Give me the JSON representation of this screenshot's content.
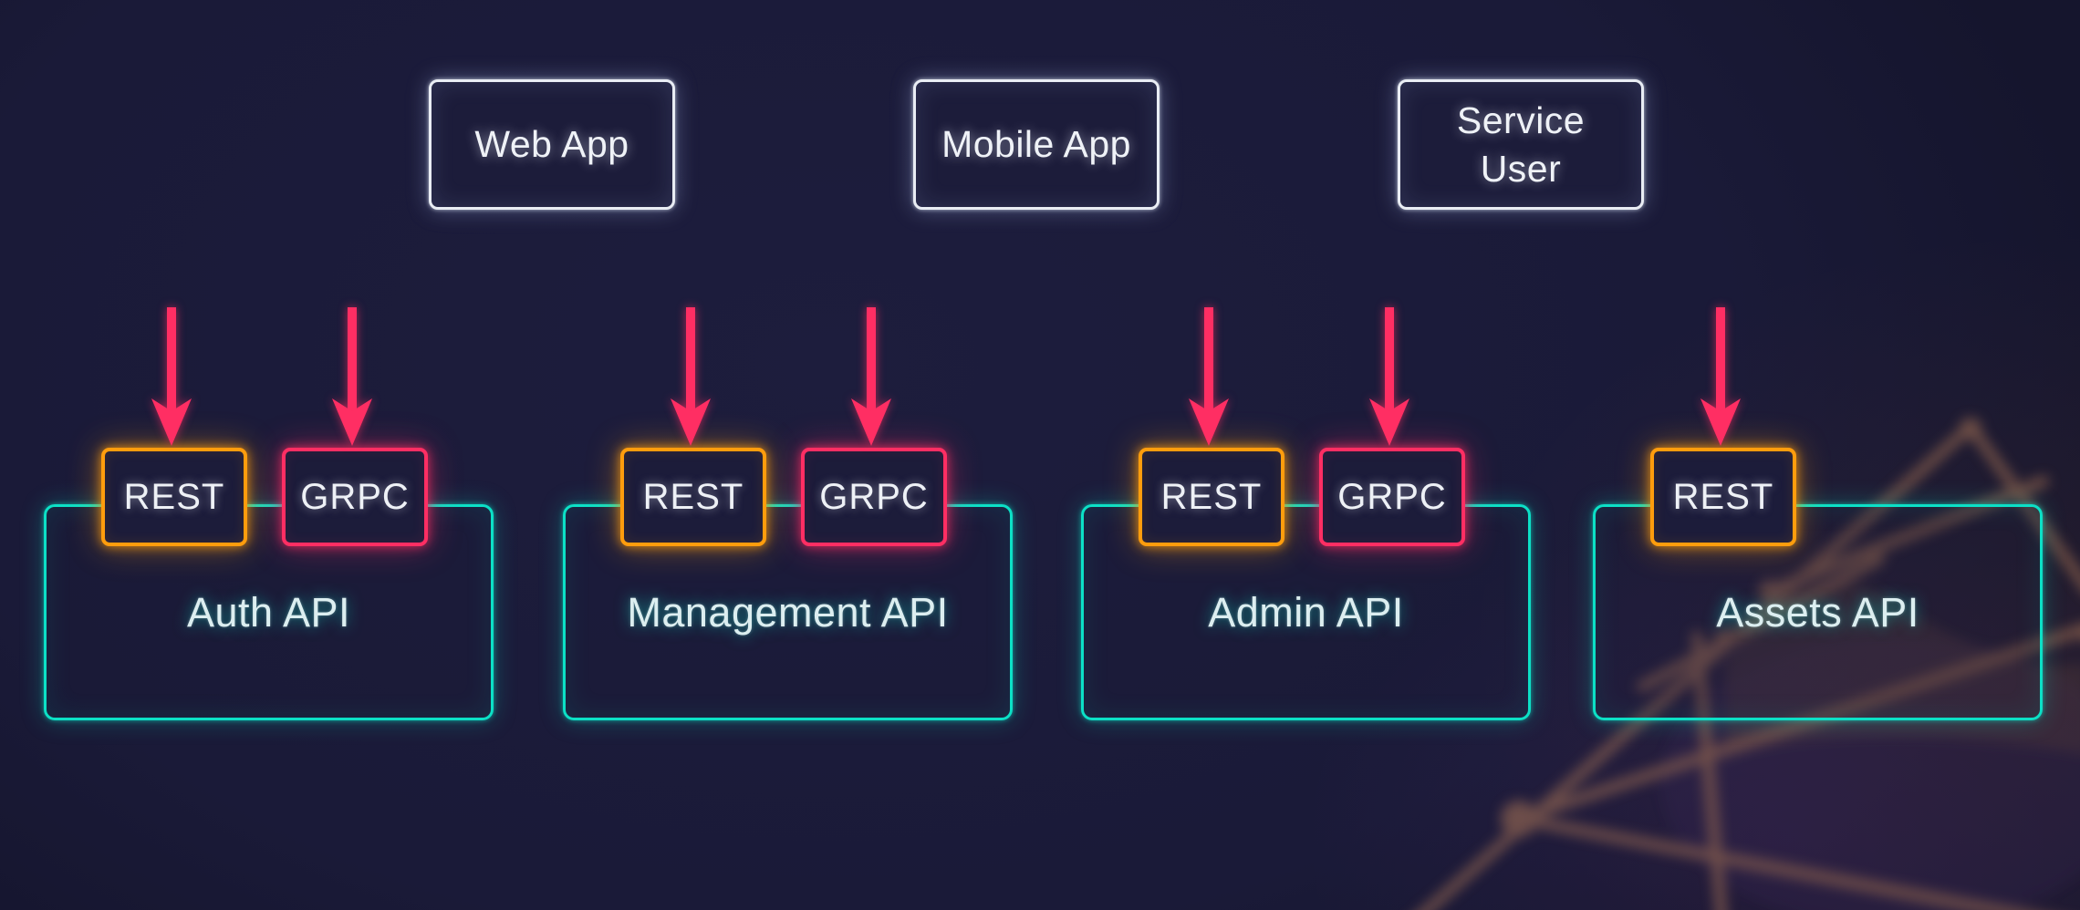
{
  "colors": {
    "bg": "#1a1a38",
    "teal": "#0ce0c6",
    "orange": "#ff9d0d",
    "pink": "#ff2e63",
    "client-border": "#e9edf4"
  },
  "clients": {
    "web_app": {
      "label": "Web App"
    },
    "mobile_app": {
      "label": "Mobile App"
    },
    "service_user": {
      "label": "Service User"
    }
  },
  "apis": {
    "auth": {
      "label": "Auth API",
      "protocols": {
        "rest": "REST",
        "grpc": "GRPC"
      }
    },
    "management": {
      "label": "Management API",
      "protocols": {
        "rest": "REST",
        "grpc": "GRPC"
      }
    },
    "admin": {
      "label": "Admin API",
      "protocols": {
        "rest": "REST",
        "grpc": "GRPC"
      }
    },
    "assets": {
      "label": "Assets API",
      "protocols": {
        "rest": "REST"
      }
    }
  }
}
